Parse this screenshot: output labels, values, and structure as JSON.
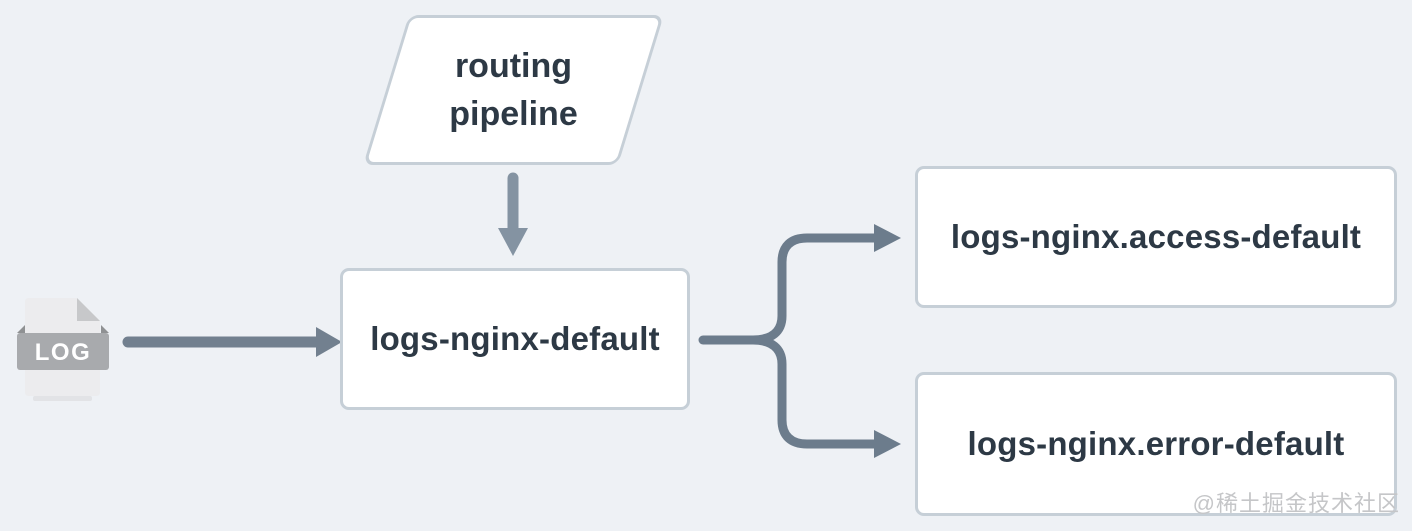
{
  "diagram": {
    "routing_pipeline": {
      "lines": [
        "routing",
        "pipeline"
      ]
    },
    "source_node": {
      "label": "logs-nginx-default"
    },
    "targets": [
      {
        "label": "logs-nginx.access-default"
      },
      {
        "label": "logs-nginx.error-default"
      }
    ],
    "log_icon": {
      "label": "LOG"
    },
    "colors": {
      "background": "#eef1f5",
      "node_fill": "#ffffff",
      "node_border": "#c6cfd7",
      "node_text": "#2d3945",
      "arrow_main": "#72808f",
      "arrow_branch": "#6c7c8c",
      "arrow_down": "#8493a2",
      "log_page": "#ececee",
      "log_band": "#a8aaad",
      "watermark_text": "#c5c6c8"
    },
    "watermark": "@稀土掘金技术社区"
  }
}
